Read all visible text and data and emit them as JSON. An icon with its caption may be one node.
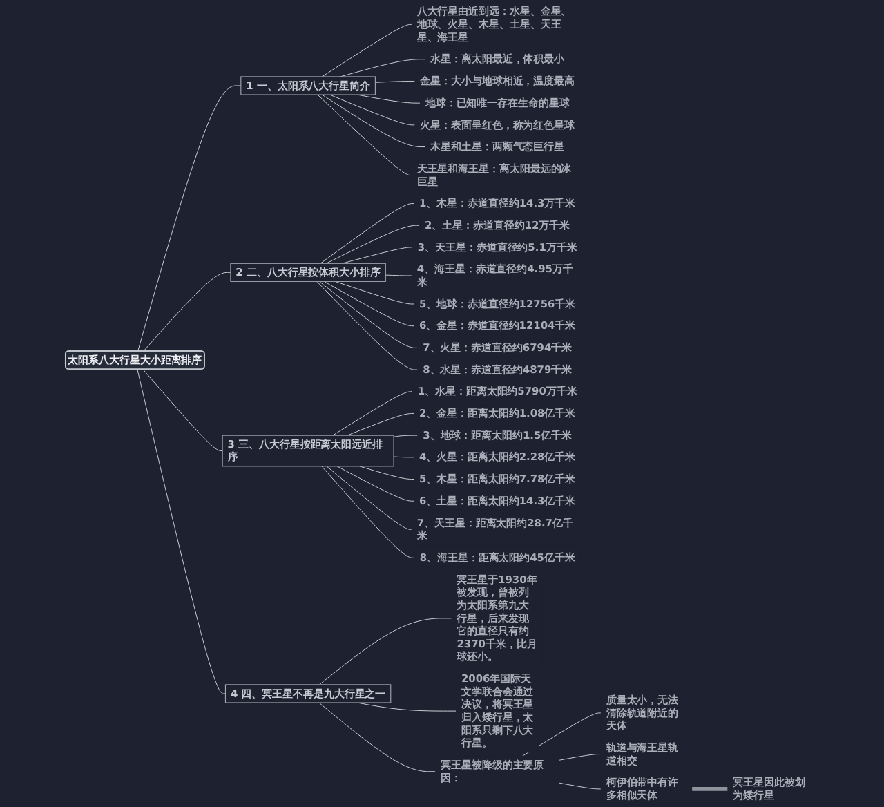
{
  "diagram": {
    "nodes": [
      {
        "text": [
          "太阳系八大行星大小距离排序"
        ]
      },
      {
        "text": [
          "1",
          "一、太阳系八大行星简介"
        ]
      },
      {
        "text": [
          "八大行星由近到远：水星、金星、地球、火星、木星、土星、天王星、海王星"
        ]
      },
      {
        "text": [
          "水星：离太阳最近，体积最小"
        ]
      },
      {
        "text": [
          "金星：大小与地球相近，温度最高"
        ]
      },
      {
        "text": [
          "地球：已知唯一存在生命的星球"
        ]
      },
      {
        "text": [
          "火星：表面呈红色，称为红色星球"
        ]
      },
      {
        "text": [
          "木星和土星：两颗气态巨行星"
        ]
      },
      {
        "text": [
          "天王星和海王星：离太阳最远的冰巨星"
        ]
      },
      {
        "text": [
          "2",
          "二、八大行星按体积大小排序"
        ]
      },
      {
        "text": [
          "1、木星：赤道直径约14.3万千米"
        ]
      },
      {
        "text": [
          "2、土星：赤道直径约12万千米"
        ]
      },
      {
        "text": [
          "3、天王星：赤道直径约5.1万千米"
        ]
      },
      {
        "text": [
          "4、海王星：赤道直径约4.95万千米"
        ]
      },
      {
        "text": [
          "5、地球：赤道直径约12756千米"
        ]
      },
      {
        "text": [
          "6、金星：赤道直径约12104千米"
        ]
      },
      {
        "text": [
          "7、火星：赤道直径约6794千米"
        ]
      },
      {
        "text": [
          "8、水星：赤道直径约4879千米"
        ]
      },
      {
        "text": [
          "3",
          "三、八大行星按距离太阳远近排序"
        ]
      },
      {
        "text": [
          "1、水星：距离太阳约5790万千米"
        ]
      },
      {
        "text": [
          "2、金星：距离太阳约1.08亿千米"
        ]
      },
      {
        "text": [
          "3、地球：距离太阳约1.5亿千米"
        ]
      },
      {
        "text": [
          "4、火星：距离太阳约2.28亿千米"
        ]
      },
      {
        "text": [
          "5、木星：距离太阳约7.78亿千米"
        ]
      },
      {
        "text": [
          "6、土星：距离太阳约14.3亿千米"
        ]
      },
      {
        "text": [
          "7、天王星：距离太阳约28.7亿千米"
        ]
      },
      {
        "text": [
          "8、海王星：距离太阳约45亿千米"
        ]
      },
      {
        "text": [
          "4",
          "四、冥王星不再是九大行星之一"
        ]
      },
      {
        "text": [
          "冥王星于1930年被发现，曾被列为太阳系第九大行星，后来发现它的直径只有约2370千米，比月球还小。"
        ]
      },
      {
        "text": [
          "2006年国际天文学联合会通过决议，将冥王星归入矮行星，太阳系只剩下八大行星。"
        ]
      },
      {
        "text": [
          "冥王星被降级的主要原因："
        ]
      },
      {
        "text": [
          "质量太小，无法清除轨道附近的天体"
        ]
      },
      {
        "text": [
          "轨道与海王星轨道相交"
        ]
      },
      {
        "text": [
          "柯伊伯带中有许多相似天体"
        ]
      },
      {
        "text": [
          "冥王星因此被划为矮行星"
        ]
      }
    ],
    "edges": [
      {
        "from": 0,
        "to": 1,
        "arrow": "none"
      },
      {
        "from": 1,
        "to": 2,
        "arrow": "none"
      },
      {
        "from": 1,
        "to": 3,
        "arrow": "none"
      },
      {
        "from": 1,
        "to": 4,
        "arrow": "none"
      },
      {
        "from": 1,
        "to": 5,
        "arrow": "none"
      },
      {
        "from": 1,
        "to": 6,
        "arrow": "none"
      },
      {
        "from": 1,
        "to": 7,
        "arrow": "none"
      },
      {
        "from": 1,
        "to": 8,
        "arrow": "none"
      },
      {
        "from": 0,
        "to": 9,
        "arrow": "none"
      },
      {
        "from": 9,
        "to": 10,
        "arrow": "none"
      },
      {
        "from": 9,
        "to": 11,
        "arrow": "none"
      },
      {
        "from": 9,
        "to": 12,
        "arrow": "none"
      },
      {
        "from": 9,
        "to": 13,
        "arrow": "none"
      },
      {
        "from": 9,
        "to": 14,
        "arrow": "none"
      },
      {
        "from": 9,
        "to": 15,
        "arrow": "none"
      },
      {
        "from": 9,
        "to": 16,
        "arrow": "none"
      },
      {
        "from": 9,
        "to": 17,
        "arrow": "none"
      },
      {
        "from": 0,
        "to": 18,
        "arrow": "none"
      },
      {
        "from": 18,
        "to": 19,
        "arrow": "none"
      },
      {
        "from": 18,
        "to": 20,
        "arrow": "none"
      },
      {
        "from": 18,
        "to": 21,
        "arrow": "none"
      },
      {
        "from": 18,
        "to": 22,
        "arrow": "none"
      },
      {
        "from": 18,
        "to": 23,
        "arrow": "none"
      },
      {
        "from": 18,
        "to": 24,
        "arrow": "none"
      },
      {
        "from": 18,
        "to": 25,
        "arrow": "none"
      },
      {
        "from": 18,
        "to": 26,
        "arrow": "none"
      },
      {
        "from": 0,
        "to": 27,
        "arrow": "none"
      },
      {
        "from": 27,
        "to": 28,
        "arrow": "none"
      },
      {
        "from": 27,
        "to": 29,
        "arrow": "none"
      },
      {
        "from": 27,
        "to": 30,
        "arrow": "none"
      },
      {
        "from": 30,
        "to": 31,
        "arrow": "none"
      },
      {
        "from": 30,
        "to": 32,
        "arrow": "none"
      },
      {
        "from": 30,
        "to": 33,
        "arrow": "none"
      },
      {
        "from": 33,
        "to": 34,
        "arrow": "none",
        "style": "thick",
        "color": "#8f939b"
      }
    ]
  }
}
